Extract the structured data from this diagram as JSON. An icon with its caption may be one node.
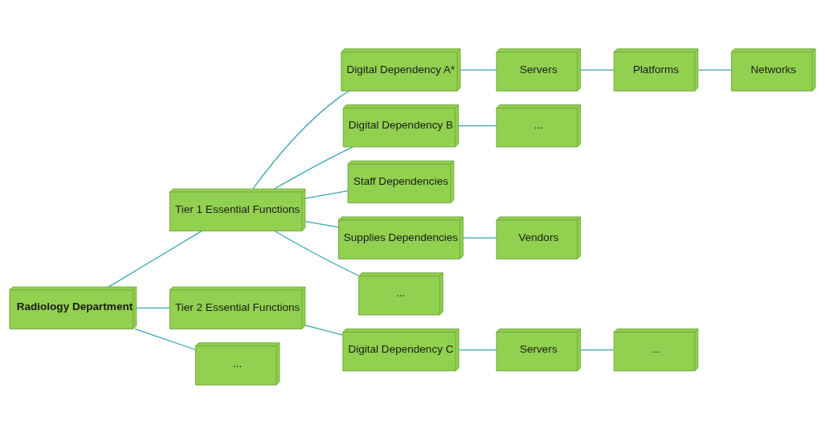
{
  "diagram": {
    "nodes": [
      {
        "text": [
          "Radiology Department"
        ]
      },
      {
        "text": [
          "Tier 1 Essential Functions"
        ]
      },
      {
        "text": [
          "Tier 2 Essential Functions"
        ]
      },
      {
        "text": [
          "..."
        ]
      },
      {
        "text": [
          "Digital Dependency A*"
        ]
      },
      {
        "text": [
          "Digital Dependency B"
        ]
      },
      {
        "text": [
          "Staff Dependencies"
        ]
      },
      {
        "text": [
          "Supplies Dependencies"
        ]
      },
      {
        "text": [
          "..."
        ]
      },
      {
        "text": [
          "Digital Dependency C"
        ]
      },
      {
        "text": [
          "Servers"
        ]
      },
      {
        "text": [
          "..."
        ]
      },
      {
        "text": [
          "Vendors"
        ]
      },
      {
        "text": [
          "Servers"
        ]
      },
      {
        "text": [
          "Platforms"
        ]
      },
      {
        "text": [
          "Networks"
        ]
      },
      {
        "text": [
          "..."
        ]
      }
    ],
    "edges": [
      {
        "from": 0,
        "to": 1,
        "arrow": "none"
      },
      {
        "from": 0,
        "to": 2,
        "arrow": "none"
      },
      {
        "from": 0,
        "to": 3,
        "arrow": "none"
      },
      {
        "from": 1,
        "to": 4,
        "arrow": "none"
      },
      {
        "from": 1,
        "to": 5,
        "arrow": "none"
      },
      {
        "from": 1,
        "to": 6,
        "arrow": "none"
      },
      {
        "from": 1,
        "to": 7,
        "arrow": "none"
      },
      {
        "from": 1,
        "to": 8,
        "arrow": "none"
      },
      {
        "from": 2,
        "to": 9,
        "arrow": "none"
      },
      {
        "from": 4,
        "to": 10,
        "arrow": "none"
      },
      {
        "from": 5,
        "to": 11,
        "arrow": "none"
      },
      {
        "from": 7,
        "to": 12,
        "arrow": "none"
      },
      {
        "from": 9,
        "to": 13,
        "arrow": "none"
      },
      {
        "from": 10,
        "to": 14,
        "arrow": "none"
      },
      {
        "from": 14,
        "to": 15,
        "arrow": "none"
      },
      {
        "from": 13,
        "to": 16,
        "arrow": "none"
      }
    ]
  }
}
